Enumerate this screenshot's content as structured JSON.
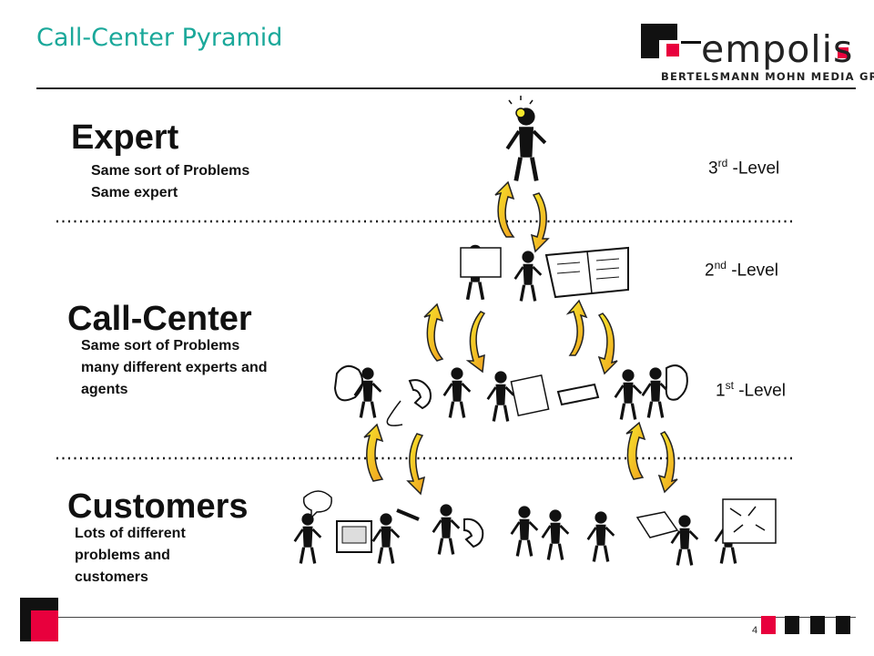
{
  "slide": {
    "title": "Call-Center Pyramid",
    "page_number": "4"
  },
  "brand": {
    "name": "empolis",
    "tagline": "BERTELSMANN MOHN MEDIA GROUP",
    "accent_color": "#e8003d",
    "dark_color": "#111111"
  },
  "tiers": {
    "expert": {
      "heading": "Expert",
      "lines": [
        "Same sort of Problems",
        "Same expert"
      ],
      "level_num": "3",
      "level_sup": "rd",
      "level_text": " -Level"
    },
    "second": {
      "level_num": "2",
      "level_sup": "nd",
      "level_text": " -Level"
    },
    "call_center": {
      "heading": "Call-Center",
      "lines": [
        "Same sort of Problems",
        "many different experts and",
        "agents"
      ],
      "level_num": "1",
      "level_sup": "st",
      "level_text": " -Level"
    },
    "customers": {
      "heading": "Customers",
      "lines": [
        "Lots of different",
        "problems and",
        "customers"
      ]
    }
  },
  "colors": {
    "title": "#1aa89a",
    "arrow_yellow": "#f2dc1a",
    "arrow_orange": "#f0a020"
  }
}
